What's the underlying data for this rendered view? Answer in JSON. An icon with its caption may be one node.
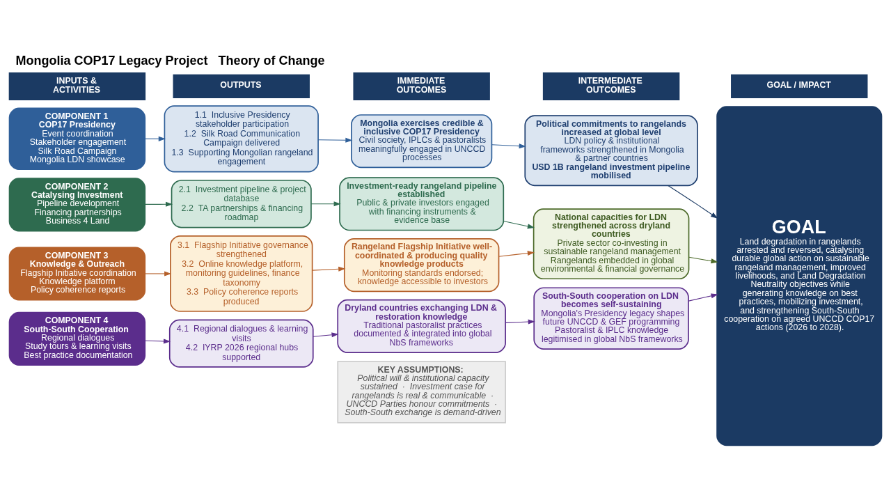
{
  "diagram": {
    "title": "Mongolia COP17 Legacy Project   Theory of Change",
    "nodes": [
      {
        "text": [
          "INPUTS & ACTIVITIES"
        ]
      },
      {
        "text": [
          "OUTPUTS"
        ]
      },
      {
        "text": [
          "IMMEDIATE OUTCOMES"
        ]
      },
      {
        "text": [
          "INTERMEDIATE OUTCOMES"
        ]
      },
      {
        "text": [
          "GOAL / IMPACT"
        ]
      },
      {
        "text": [
          "**COMPONENT 1**",
          "**COP17 Presidency**",
          "Event coordination",
          "Stakeholder engagement",
          "Silk Road Campaign",
          "Mongolia LDN showcase"
        ]
      },
      {
        "text": [
          "1.1  Inclusive Presidency stakeholder participation",
          "1.2  Silk Road Communication Campaign delivered",
          "1.3  Supporting Mongolian rangeland engagement"
        ]
      },
      {
        "text": [
          "**Mongolia exercises credible & inclusive COP17 Presidency**",
          "Civil society, IPLCs & pastoralists meaningfully engaged in UNCCD processes"
        ]
      },
      {
        "text": [
          "**Political commitments to rangelands increased at global level**",
          "LDN policy & institutional frameworks strengthened in Mongolia & partner countries",
          "**USD 1B rangeland investment pipeline mobilised**"
        ]
      },
      {
        "text": [
          "**COMPONENT 2**",
          "**Catalysing Investment**",
          "Pipeline development",
          "Financing partnerships",
          "Business 4 Land"
        ]
      },
      {
        "text": [
          "2.1  Investment pipeline & project database",
          "2.2  TA partnerships & financing roadmap"
        ]
      },
      {
        "text": [
          "**Investment-ready rangeland pipeline established**",
          "Public & private investors engaged with financing instruments & evidence base"
        ]
      },
      {
        "text": [
          "**National capacities for LDN strengthened across dryland countries**",
          "Private sector co-investing in sustainable rangeland management",
          "Rangelands embedded in global environmental & financial governance"
        ]
      },
      {
        "text": [
          "**COMPONENT 3**",
          "**Knowledge & Outreach**",
          "Flagship Initiative coordination",
          "Knowledge platform",
          "Policy coherence reports"
        ]
      },
      {
        "text": [
          "3.1  Flagship Initiative governance strengthened",
          "3.2  Online knowledge platform, monitoring guidelines, finance taxonomy",
          "3.3  Policy coherence reports produced"
        ]
      },
      {
        "text": [
          "**Rangeland Flagship Initiative well-coordinated & producing quality knowledge products**",
          "Monitoring standards endorsed; knowledge accessible to investors"
        ]
      },
      {
        "text": [
          "**COMPONENT 4**",
          "**South-South Cooperation**",
          "Regional dialogues",
          "Study tours & learning visits",
          "Best practice documentation"
        ]
      },
      {
        "text": [
          "4.1  Regional dialogues & learning visits",
          "4.2  IYRP 2026 regional hubs supported"
        ]
      },
      {
        "text": [
          "**Dryland countries exchanging LDN & restoration knowledge**",
          "Traditional pastoralist practices documented & integrated into global NbS frameworks"
        ]
      },
      {
        "text": [
          "**South-South cooperation on LDN becomes self-sustaining**",
          "Mongolia's Presidency legacy shapes future UNCCD & GEF programming",
          "Pastoralist & IPLC knowledge legitimised in global NbS frameworks"
        ]
      },
      {
        "text": [
          "GOAL",
          "Land degradation in rangelands arrested and reversed, catalysing durable global action on sustainable rangeland management, improved livelihoods, and Land Degradation Neutrality objectives while generating knowledge on best practices, mobilizing investment, and strengthening South-South cooperation on agreed UNCCD COP17 actions (2026 to 2028)."
        ]
      },
      {
        "text": [
          "**KEY ASSUMPTIONS:**",
          "Political will & institutional capacity sustained  ·  Investment case for rangelands is real & communicable  ·  UNCCD Parties honour commitments  ·  South-South exchange is demand-driven"
        ]
      }
    ],
    "edges": [
      {
        "from": 5,
        "to": 6,
        "arrow": "to",
        "color": "#2f5f99"
      },
      {
        "from": 6,
        "to": 7,
        "arrow": "to",
        "color": "#2f5f99"
      },
      {
        "from": 7,
        "to": 8,
        "arrow": "to",
        "color": "#2f5f99"
      },
      {
        "from": 8,
        "to": 20,
        "arrow": "to",
        "color": "#1b3a63"
      },
      {
        "from": 9,
        "to": 10,
        "arrow": "to",
        "color": "#2e6b4f"
      },
      {
        "from": 10,
        "to": 11,
        "arrow": "to",
        "color": "#2e6b4f"
      },
      {
        "from": 11,
        "to": 12,
        "arrow": "to",
        "color": "#2e6b4f"
      },
      {
        "from": 12,
        "to": 20,
        "arrow": "to",
        "color": "#4d6b2a"
      },
      {
        "from": 13,
        "to": 14,
        "arrow": "to",
        "color": "#b5602a"
      },
      {
        "from": 14,
        "to": 15,
        "arrow": "to",
        "color": "#b5602a"
      },
      {
        "from": 15,
        "to": 12,
        "arrow": "to",
        "color": "#b5602a"
      },
      {
        "from": 16,
        "to": 17,
        "arrow": "to",
        "color": "#5b2d8c"
      },
      {
        "from": 17,
        "to": 18,
        "arrow": "to",
        "color": "#5b2d8c"
      },
      {
        "from": 18,
        "to": 19,
        "arrow": "to",
        "color": "#5b2d8c"
      },
      {
        "from": 19,
        "to": 20,
        "arrow": "to",
        "color": "#5b2d8c"
      }
    ]
  }
}
